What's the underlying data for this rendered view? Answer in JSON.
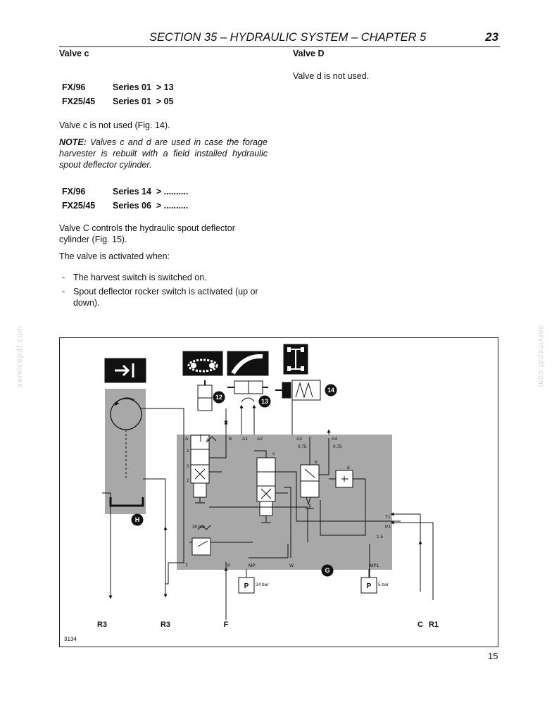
{
  "header": {
    "title": "SECTION 35 – HYDRAULIC SYSTEM – CHAPTER 5",
    "page_number": "23"
  },
  "left": {
    "heading": "Valve c",
    "series_a": [
      {
        "model": "FX/96",
        "series": "Series 01  > 13"
      },
      {
        "model": "FX25/45",
        "series": "Series 01  > 05"
      }
    ],
    "para1": "Valve c is not used (Fig. 14).",
    "note_label": "NOTE:",
    "note_text": " Valves c and d are used in case the forage harvester is rebuilt with a field installed hydraulic spout deflector cylinder.",
    "series_b": [
      {
        "model": "FX/96",
        "series": "Series 14  > .........."
      },
      {
        "model": "FX25/45",
        "series": "Series 06  > .........."
      }
    ],
    "para2": "Valve C controls the hydraulic spout deflector cylinder (Fig. 15).",
    "para3": "The valve is activated when:",
    "bullets": [
      "The harvest switch is switched on.",
      "Spout deflector rocker switch is activated (up or down)."
    ]
  },
  "right": {
    "heading": "Valve D",
    "para1": "Valve d is not used."
  },
  "watermark": "servicepdf.com",
  "figure": {
    "id": "3134",
    "number": "15",
    "callouts": {
      "h": "H",
      "g": "G",
      "c12": "12",
      "c13": "13",
      "c14": "14"
    },
    "ports": {
      "a": "A",
      "b": "B",
      "a1": "A1",
      "a2": "A2",
      "a3": "A3",
      "a4": "A4",
      "t": "T",
      "p": "P",
      "mp": "MP",
      "w": "W",
      "mp1": "MP1",
      "t1": "T1",
      "p1": "P1"
    },
    "labels": {
      "orifice_a3": "0,75",
      "orifice_a4": "0,75",
      "orifice_p1": "1.5",
      "relief": "30 bar",
      "pump1": "24 bar",
      "pump2": "5 bar",
      "pump_symbol": "P",
      "valve_a": "a",
      "valve_b": "b",
      "valve_c": "c",
      "valve_d": "d",
      "pos1": "1",
      "pos0": "0",
      "pos2": "2"
    },
    "outlets": {
      "r3a": "R3",
      "r3b": "R3",
      "f": "F",
      "c": "C",
      "r1": "R1"
    }
  }
}
